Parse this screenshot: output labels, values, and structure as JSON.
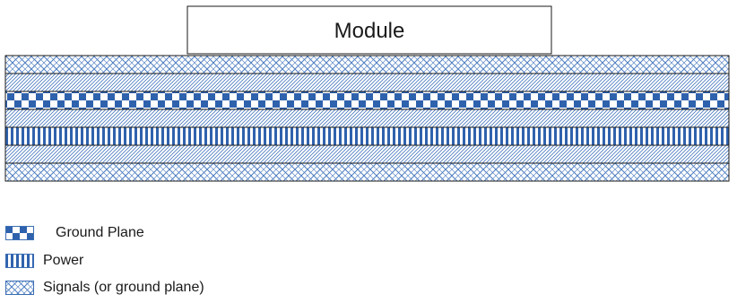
{
  "module": {
    "label": "Module"
  },
  "stack": {
    "layers": [
      {
        "name": "layer-1",
        "pattern": "signals"
      },
      {
        "name": "layer-2",
        "pattern": "dielectric"
      },
      {
        "name": "layer-3",
        "pattern": "ground-plane"
      },
      {
        "name": "layer-4",
        "pattern": "dielectric"
      },
      {
        "name": "layer-5",
        "pattern": "power"
      },
      {
        "name": "layer-6",
        "pattern": "dielectric"
      },
      {
        "name": "layer-7",
        "pattern": "signals"
      }
    ]
  },
  "legend": {
    "items": [
      {
        "label": "Ground Plane",
        "pattern": "ground-plane"
      },
      {
        "label": "Power",
        "pattern": "power"
      },
      {
        "label": "Signals (or ground plane)",
        "pattern": "signals"
      }
    ]
  },
  "colors": {
    "stroke": "#3a6db3",
    "fill": "#ffffff",
    "text": "#1a1a1a"
  }
}
